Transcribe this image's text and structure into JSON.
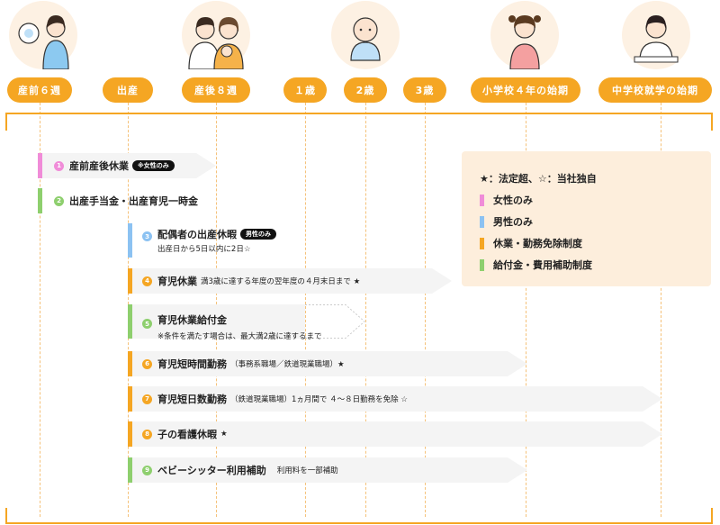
{
  "colors": {
    "orange": "#f5a623",
    "pink": "#f08cd8",
    "blue": "#8cc2f2",
    "green": "#8ecf6e",
    "orange_tab": "#f5a623",
    "arrow": "#f4f4f4",
    "legend_bg": "#fdeedc"
  },
  "illustrations": [
    "pregnant-mother-icon",
    "mother-with-baby-icon",
    "baby-icon",
    "elementary-girl-icon",
    "junior-high-student-icon"
  ],
  "milestones": [
    "産前６週",
    "出産",
    "産後８週",
    "１歳",
    "2歳",
    "3歳",
    "小学校４年の始期",
    "中学校就学の始期"
  ],
  "items": [
    {
      "num": "1",
      "title": "産前産後休業",
      "badge": "※女性のみ",
      "note": "",
      "sub": ""
    },
    {
      "num": "2",
      "title": "出産手当金・出産育児一時金",
      "badge": "",
      "note": "",
      "sub": ""
    },
    {
      "num": "3",
      "title": "配偶者の出産休暇",
      "badge": "男性のみ",
      "note": "",
      "sub": "出産日から5日以内に2日☆"
    },
    {
      "num": "4",
      "title": "育児休業",
      "badge": "",
      "note": "満3歳に達する年度の翌年度の４月末日まで ★",
      "sub": ""
    },
    {
      "num": "5",
      "title": "育児休業給付金",
      "badge": "",
      "note": "",
      "sub": "※条件を満たす場合は、最大満2歳に達するまで"
    },
    {
      "num": "6",
      "title": "育児短時間勤務",
      "badge": "",
      "note": "（事務系職場／鉄道現業職場）★",
      "sub": ""
    },
    {
      "num": "7",
      "title": "育児短日数勤務",
      "badge": "",
      "note": "（鉄道現業職場）1ヵ月間で ４～８日勤務を免除 ☆",
      "sub": ""
    },
    {
      "num": "8",
      "title": "子の看護休暇",
      "badge": "",
      "note": "★",
      "sub": ""
    },
    {
      "num": "9",
      "title": "ベビーシッター利用補助",
      "badge": "",
      "note": "利用料を一部補助",
      "sub": ""
    }
  ],
  "legend": {
    "title": "★：法定超、☆：当社独自",
    "entries": [
      "女性のみ",
      "男性のみ",
      "休業・勤務免除制度",
      "給付金・費用補助制度"
    ]
  }
}
